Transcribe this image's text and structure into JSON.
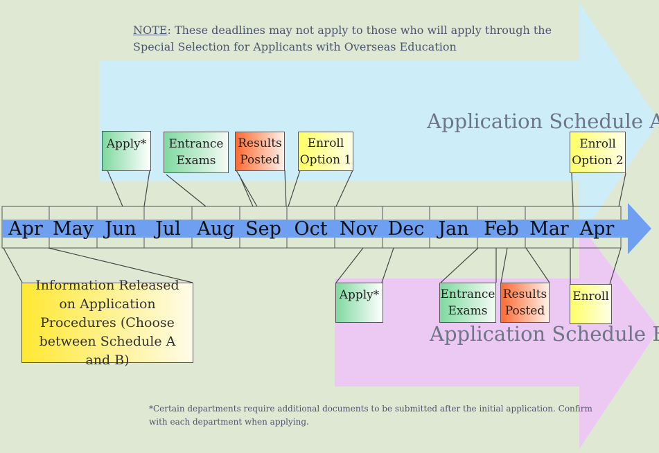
{
  "note": {
    "lead": "NOTE",
    "text": ": These deadlines may not apply to those who will apply through the Special Selection for Applicants with Overseas Education"
  },
  "schedule_a": {
    "title": "Application Schedule A",
    "color": "#cdeef8",
    "apply": "Apply*",
    "exams": "Entrance\nExams",
    "results": "Results\nPosted",
    "enroll": "Enroll\nOption 1",
    "enroll2": "Enroll\nOption 2"
  },
  "schedule_b": {
    "title": "Application Schedule B",
    "color": "#ebc9f3",
    "apply": "Apply*",
    "exams": "Entrance\nExams",
    "results": "Results\nPosted",
    "enroll": "Enroll"
  },
  "timeline": {
    "months": [
      "Apr",
      "May",
      "Jun",
      "Jul",
      "Aug",
      "Sep",
      "Oct",
      "Nov",
      "Dec",
      "Jan",
      "Feb",
      "Mar",
      "Apr"
    ],
    "bar_color": "#6f9ff0"
  },
  "info_box": "Information Released on Application Procedures (Choose between Schedule A and B)",
  "footnote": "*Certain departments  require additional documents to be submitted after the initial application. Confirm with each department when applying."
}
